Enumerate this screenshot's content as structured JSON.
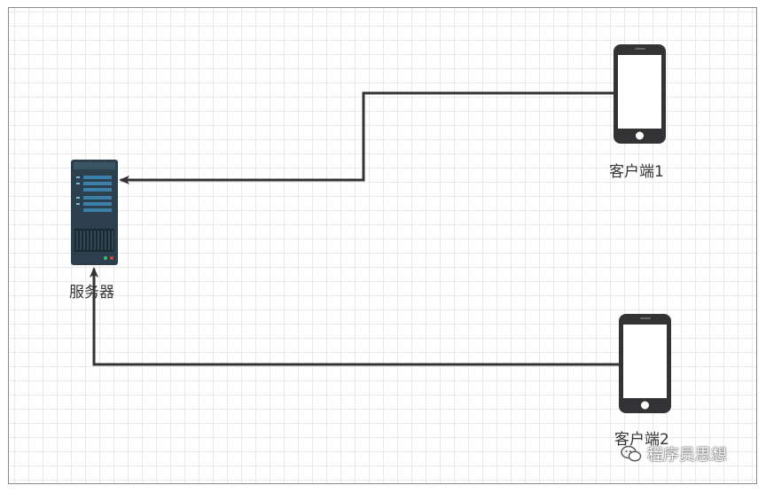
{
  "nodes": {
    "server": {
      "label": "服务器"
    },
    "client1": {
      "label": "客户端1"
    },
    "client2": {
      "label": "客户端2"
    }
  },
  "watermark": {
    "text": "程序员思想",
    "icon": "wechat-icon"
  },
  "colors": {
    "server_body": "#2b3f4c",
    "server_panel": "#3b7fa8",
    "phone_body": "#333336",
    "edge": "#333333",
    "grid": "#e9e9e9"
  }
}
